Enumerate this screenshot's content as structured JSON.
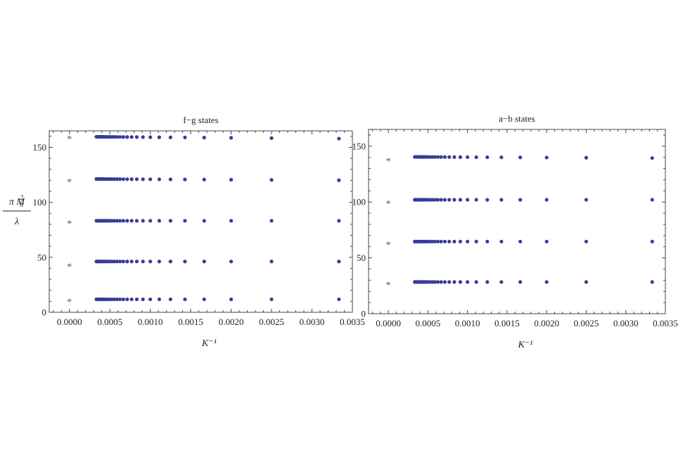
{
  "chart_data": [
    {
      "type": "scatter",
      "title": "f−g states",
      "xlabel": "K⁻¹",
      "ylabel": "π M²ₙ / λ",
      "ylabel_parts": {
        "numerator": "π M",
        "sub": "n",
        "sup": "2",
        "denominator": "λ"
      },
      "xlim": [
        -0.00025,
        0.0035
      ],
      "ylim": [
        0,
        165
      ],
      "xticks": [
        0.0,
        0.0005,
        0.001,
        0.0015,
        0.002,
        0.0025,
        0.003,
        0.0035
      ],
      "xtick_labels": [
        "0.0000",
        "0.0005",
        "0.0010",
        "0.0015",
        "0.0020",
        "0.0025",
        "0.0030",
        "0.0035"
      ],
      "yticks": [
        0,
        50,
        100,
        150
      ],
      "ytick_labels": [
        "0",
        "50",
        "100",
        "150"
      ],
      "x": [
        0.0003333,
        0.0003448,
        0.0003571,
        0.0003704,
        0.0003846,
        0.0004,
        0.0004167,
        0.0004348,
        0.0004545,
        0.0004762,
        0.0005,
        0.0005263,
        0.0005556,
        0.0005882,
        0.000625,
        0.0006667,
        0.0007143,
        0.0007692,
        0.0008333,
        0.0009091,
        0.001,
        0.0011111,
        0.00125,
        0.0014286,
        0.0016667,
        0.002,
        0.0025,
        0.0033333
      ],
      "series": [
        {
          "values_level": 11.8,
          "slope": -0.05
        },
        {
          "values_level": 46.2,
          "slope": -0.05
        },
        {
          "values_level": 83.2,
          "slope": -0.05
        },
        {
          "values_level": 121.2,
          "slope": -380
        },
        {
          "values_level": 159.6,
          "slope": -560
        }
      ],
      "continuum_markers": {
        "symbol": "*",
        "x": 0.0,
        "values": [
          10,
          42,
          81,
          119,
          158
        ]
      }
    },
    {
      "type": "scatter",
      "title": "a−b states",
      "xlabel": "K⁻¹",
      "xlim": [
        -0.00025,
        0.0035
      ],
      "ylim": [
        0,
        165
      ],
      "xticks": [
        0.0,
        0.0005,
        0.001,
        0.0015,
        0.002,
        0.0025,
        0.003,
        0.0035
      ],
      "xtick_labels": [
        "0.0000",
        "0.0005",
        "0.0010",
        "0.0015",
        "0.0020",
        "0.0025",
        "0.0030",
        "0.0035"
      ],
      "yticks": [
        0,
        50,
        100,
        150
      ],
      "ytick_labels": [
        "0",
        "50",
        "100",
        "150"
      ],
      "x": [
        0.0003333,
        0.0003448,
        0.0003571,
        0.0003704,
        0.0003846,
        0.0004,
        0.0004167,
        0.0004348,
        0.0004545,
        0.0004762,
        0.0005,
        0.0005263,
        0.0005556,
        0.0005882,
        0.000625,
        0.0006667,
        0.0007143,
        0.0007692,
        0.0008333,
        0.0009091,
        0.001,
        0.0011111,
        0.00125,
        0.0014286,
        0.0016667,
        0.002,
        0.0025,
        0.0033333
      ],
      "series": [
        {
          "values_level": 28.4,
          "slope": -0.05
        },
        {
          "values_level": 64.6,
          "slope": -0.05
        },
        {
          "values_level": 102.0,
          "slope": -0.05
        },
        {
          "values_level": 140.4,
          "slope": -340
        }
      ],
      "continuum_markers": {
        "symbol": "*",
        "x": 0.0,
        "values": [
          26,
          62,
          99,
          137
        ]
      }
    }
  ]
}
